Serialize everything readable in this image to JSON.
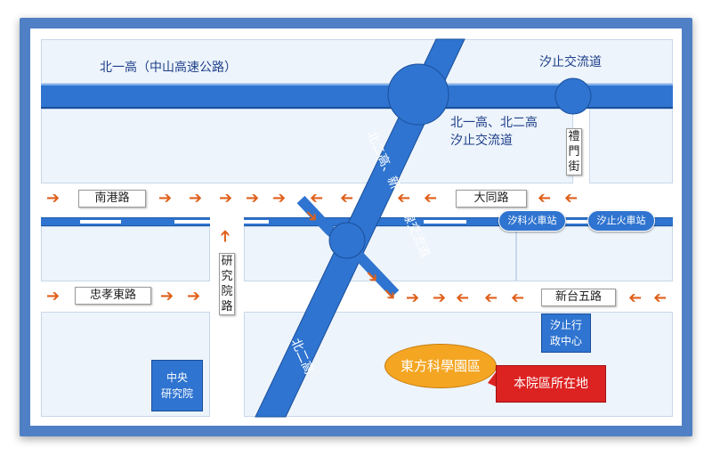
{
  "labels": {
    "expressway": "北一高（中山高速公路）",
    "xizhi_interchange": "汐止交流道",
    "interchange_note_1": "北一高、北二高",
    "interchange_note_2": "汐止交流道",
    "freeway2_diag": "北二高、新台五線交流道",
    "freeway2_bottom": "北二高"
  },
  "signs": {
    "nangang": "南港路",
    "datong": "大同路",
    "zhongxiao_east": "忠孝東路",
    "xintai5": "新台五路",
    "research_vertical": [
      "研",
      "究",
      "院",
      "路"
    ],
    "limen_vertical": [
      "禮",
      "門",
      "街"
    ]
  },
  "stations": {
    "xike": "汐科火車站",
    "xizhi": "汐止火車站"
  },
  "boxes": {
    "xizhi_admin": [
      "汐止行",
      "政中心"
    ],
    "academia": [
      "中央",
      "研究院"
    ]
  },
  "callouts": {
    "campus": "東方科學園區",
    "location": "本院區所在地"
  },
  "colors": {
    "frame": "#4f7fc4",
    "road": "#2f74d0",
    "block": "#edf4fb",
    "arrow": "#e0601a",
    "campus": "#f4a623",
    "location": "#dd2222"
  }
}
